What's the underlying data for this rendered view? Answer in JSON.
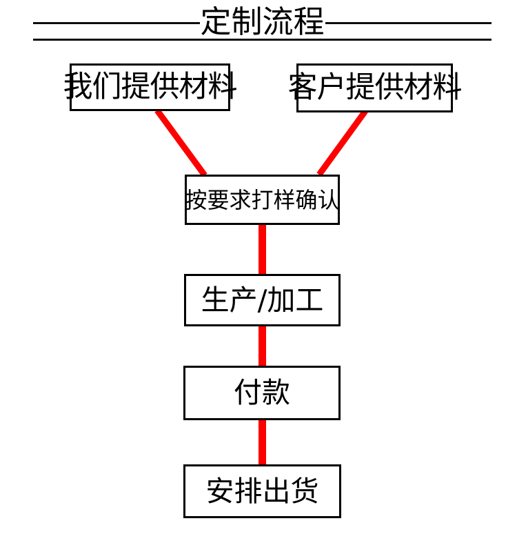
{
  "header": {
    "title": "定制流程",
    "rule_color": "#0d0d0d"
  },
  "theme": {
    "connector_color": "#fe0000",
    "box_border_color": "#000000",
    "text_color": "#000000",
    "background_color": "#ffffff"
  },
  "diagram": {
    "type": "flowchart",
    "orientation": "top-to-bottom",
    "nodes": [
      {
        "id": "we-supply",
        "label": "我们提供材料"
      },
      {
        "id": "client-supply",
        "label": "客户提供材料"
      },
      {
        "id": "sample-confirm",
        "label": "按要求打样确认"
      },
      {
        "id": "production",
        "label": "生产/加工"
      },
      {
        "id": "payment",
        "label": "付款"
      },
      {
        "id": "shipping",
        "label": "安排出货"
      }
    ],
    "edges": [
      {
        "from": "we-supply",
        "to": "sample-confirm",
        "style": "diagonal"
      },
      {
        "from": "client-supply",
        "to": "sample-confirm",
        "style": "diagonal"
      },
      {
        "from": "sample-confirm",
        "to": "production",
        "style": "vertical"
      },
      {
        "from": "production",
        "to": "payment",
        "style": "vertical"
      },
      {
        "from": "payment",
        "to": "shipping",
        "style": "vertical"
      }
    ]
  }
}
